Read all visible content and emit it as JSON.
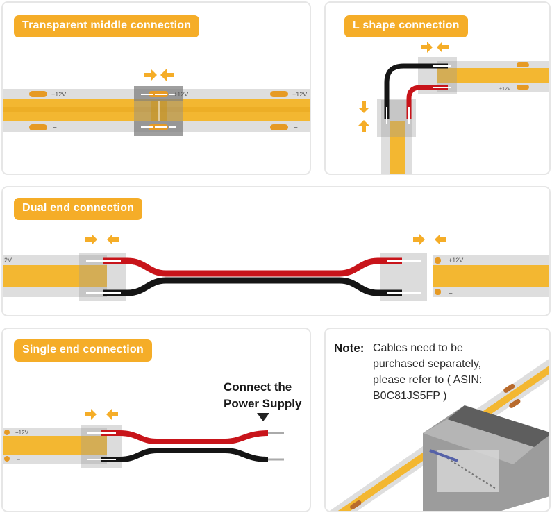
{
  "colors": {
    "tag_bg": "#f5ad28",
    "strip_core": "#f3b731",
    "strip_edge": "#dedede",
    "pad": "#e69a24",
    "wire_red": "#c8141a",
    "wire_black": "#151515",
    "connector": "#9a9a9a"
  },
  "panels": {
    "middle": {
      "title": "Transparent middle connection",
      "labels": {
        "pos_left": "+12V",
        "pos_mid": "+12V",
        "pos_right": "+12V",
        "neg_left": "−",
        "neg_right": "−"
      }
    },
    "l_shape": {
      "title": "L shape connection",
      "labels": {
        "neg": "−",
        "pos": "+12V"
      }
    },
    "dual": {
      "title": "Dual end connection",
      "labels": {
        "pos_left": "2V",
        "pos_right": "+12V",
        "neg_right": "−"
      }
    },
    "single": {
      "title": "Single end connection",
      "labels": {
        "pos": "+12V",
        "neg": "−"
      },
      "power_label_line1": "Connect the",
      "power_label_line2": "Power Supply"
    },
    "note": {
      "label": "Note:",
      "lines": [
        "Cables need to be",
        "purchased separately,",
        "please refer to ( ASIN:",
        "B0C81JS5FP )"
      ]
    }
  }
}
